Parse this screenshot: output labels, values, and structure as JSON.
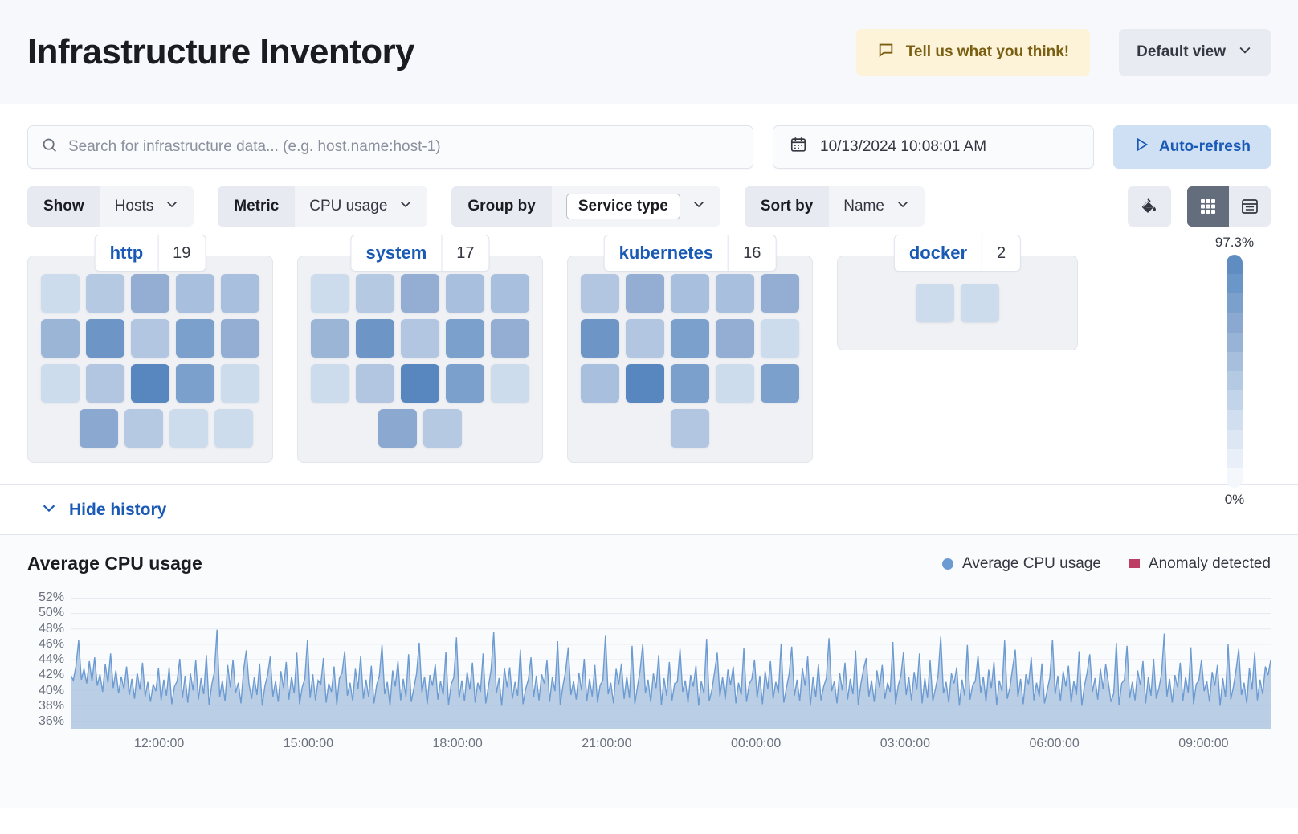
{
  "header": {
    "title": "Infrastructure Inventory",
    "feedback_label": "Tell us what you think!",
    "feedback_icon": "comment-icon",
    "default_view_label": "Default view",
    "chevron_icon": "chevron-down-icon"
  },
  "search": {
    "placeholder": "Search for infrastructure data... (e.g. host.name:host-1)",
    "value": "",
    "icon": "search-icon",
    "date_value": "10/13/2024 10:08:01 AM",
    "date_icon": "calendar-icon",
    "refresh_label": "Auto-refresh",
    "refresh_icon": "play-icon"
  },
  "filters": [
    {
      "label": "Show",
      "value": "Hosts",
      "emphasis": false
    },
    {
      "label": "Metric",
      "value": "CPU usage",
      "emphasis": false
    },
    {
      "label": "Group by",
      "value": "Service type",
      "emphasis": true
    },
    {
      "label": "Sort by",
      "value": "Name",
      "emphasis": false
    }
  ],
  "view_controls": {
    "legend_icon": "paint-bucket-icon",
    "grid_icon": "grid-view-icon",
    "table_icon": "table-view-icon",
    "active": "grid-view-icon"
  },
  "groups": [
    {
      "name": "http",
      "count": "19",
      "rows": [
        {
          "align": "left",
          "cells": [
            "#cddced",
            "#b6c9e3",
            "#93aed2",
            "#a8bfdd",
            "#a8bfdd"
          ]
        },
        {
          "align": "left",
          "cells": [
            "#9bb5d7",
            "#6d95c6",
            "#b2c5e1",
            "#7ba0cc",
            "#93aed2"
          ]
        },
        {
          "align": "left",
          "cells": [
            "#cddced",
            "#b2c5e1",
            "#5887bf",
            "#7ba0cc",
            "#cddced"
          ]
        },
        {
          "align": "indent",
          "cells": [
            "#8aa8d0",
            "#b6c9e3",
            "#cddced",
            "#cddced"
          ]
        }
      ]
    },
    {
      "name": "system",
      "count": "17",
      "rows": [
        {
          "align": "left",
          "cells": [
            "#cddced",
            "#b6c9e3",
            "#93aed2",
            "#a8bfdd",
            "#a8bfdd"
          ]
        },
        {
          "align": "left",
          "cells": [
            "#9bb5d7",
            "#6d95c6",
            "#b2c5e1",
            "#7ba0cc",
            "#93aed2"
          ]
        },
        {
          "align": "left",
          "cells": [
            "#cddced",
            "#b2c5e1",
            "#5887bf",
            "#7ba0cc",
            "#cddced"
          ]
        },
        {
          "align": "center",
          "cells": [
            "#8aa8d0",
            "#b6c9e3"
          ]
        }
      ]
    },
    {
      "name": "kubernetes",
      "count": "16",
      "rows": [
        {
          "align": "left",
          "cells": [
            "#b2c5e1",
            "#93aed2",
            "#a8bfdd",
            "#a8bfdd",
            "#93aed2"
          ]
        },
        {
          "align": "left",
          "cells": [
            "#6d95c6",
            "#b2c5e1",
            "#7ba0cc",
            "#93aed2",
            "#cddced"
          ]
        },
        {
          "align": "left",
          "cells": [
            "#a8bfdd",
            "#5887bf",
            "#7ba0cc",
            "#cddced",
            "#7ba0cc"
          ]
        },
        {
          "align": "center",
          "cells": [
            "#b2c5e1"
          ]
        }
      ]
    },
    {
      "name": "docker",
      "count": "2",
      "rows": [
        {
          "align": "center",
          "cells": [
            "#cddced",
            "#cddced"
          ]
        }
      ]
    }
  ],
  "color_legend": {
    "max_label": "97.3%",
    "min_label": "0%",
    "stops": [
      "#5f8dc2",
      "#6b96c8",
      "#7ba0cc",
      "#8aa8d0",
      "#97b3d6",
      "#a6bfdd",
      "#b4cae3",
      "#c2d4e9",
      "#d0deef",
      "#dde7f3",
      "#e9eff8",
      "#f4f7fb"
    ]
  },
  "history": {
    "toggle_label": "Hide history",
    "toggle_icon": "chevron-down-icon"
  },
  "chart_data": {
    "type": "area",
    "title": "Average CPU usage",
    "xlabel": "",
    "ylabel": "",
    "ylim": [
      35,
      53
    ],
    "yticks": [
      "52%",
      "50%",
      "48%",
      "46%",
      "44%",
      "42%",
      "40%",
      "38%",
      "36%"
    ],
    "xticks": [
      "12:00:00",
      "15:00:00",
      "18:00:00",
      "21:00:00",
      "00:00:00",
      "03:00:00",
      "06:00:00",
      "09:00:00"
    ],
    "grid": true,
    "legend_position": "top-right",
    "series": [
      {
        "name": "Average CPU usage",
        "color": "#6c9bd2",
        "fill": "#aec6e0",
        "values": [
          42.0,
          41.3,
          43.2,
          46.5,
          41.4,
          42.8,
          40.9,
          43.8,
          41.2,
          44.3,
          40.6,
          42.1,
          39.8,
          43.4,
          41.0,
          44.8,
          40.3,
          42.6,
          39.6,
          41.8,
          40.2,
          43.1,
          39.4,
          41.5,
          38.9,
          42.3,
          40.1,
          43.6,
          39.2,
          41.1,
          38.5,
          40.8,
          39.9,
          42.9,
          38.7,
          41.4,
          39.3,
          43.0,
          38.2,
          40.5,
          41.2,
          44.1,
          39.0,
          41.9,
          38.4,
          42.2,
          40.0,
          43.9,
          38.8,
          41.6,
          39.5,
          44.6,
          38.1,
          40.7,
          42.4,
          47.9,
          39.1,
          41.3,
          38.6,
          43.3,
          40.4,
          44.0,
          39.7,
          41.0,
          38.3,
          42.7,
          45.2,
          40.9,
          38.9,
          41.7,
          39.4,
          43.5,
          38.0,
          40.6,
          42.0,
          44.4,
          39.2,
          41.2,
          38.5,
          42.5,
          40.3,
          43.7,
          38.8,
          41.8,
          39.6,
          44.9,
          38.2,
          40.4,
          41.5,
          46.6,
          39.0,
          42.1,
          38.7,
          41.3,
          40.8,
          44.2,
          38.4,
          40.9,
          39.8,
          43.1,
          38.1,
          41.6,
          42.3,
          45.1,
          39.3,
          41.0,
          38.6,
          42.8,
          40.2,
          44.5,
          38.9,
          41.4,
          39.1,
          43.2,
          38.3,
          40.7,
          41.9,
          45.9,
          39.5,
          41.1,
          38.0,
          42.6,
          40.5,
          43.8,
          38.7,
          41.5,
          39.2,
          44.7,
          38.5,
          40.3,
          42.2,
          46.2,
          39.7,
          41.8,
          38.2,
          42.0,
          40.6,
          43.4,
          38.8,
          41.2,
          39.4,
          45.0,
          38.1,
          40.8,
          41.7,
          46.9,
          39.0,
          41.3,
          38.6,
          42.4,
          40.1,
          43.6,
          38.4,
          41.0,
          39.8,
          44.8,
          38.3,
          40.5,
          42.7,
          47.6,
          39.6,
          41.6,
          38.0,
          42.9,
          40.4,
          43.0,
          38.9,
          41.1,
          39.3,
          45.3,
          38.2,
          40.2,
          41.4,
          44.3,
          39.1,
          41.9,
          38.7,
          42.1,
          40.9,
          43.9,
          38.5,
          41.7,
          39.9,
          46.4,
          38.1,
          40.6,
          42.5,
          45.6,
          39.4,
          41.2,
          38.8,
          42.3,
          40.0,
          44.1,
          38.6,
          41.5,
          39.2,
          43.3,
          38.4,
          40.7,
          41.3,
          47.2,
          39.5,
          41.0,
          38.3,
          42.8,
          40.8,
          43.5,
          38.9,
          41.8,
          39.0,
          45.8,
          38.2,
          40.4,
          42.6,
          46.0,
          39.7,
          41.4,
          38.5,
          42.2,
          40.3,
          44.6,
          38.1,
          41.6,
          39.3,
          43.7,
          38.7,
          40.9,
          41.1,
          45.4,
          39.8,
          41.3,
          38.4,
          42.0,
          40.5,
          43.2,
          38.0,
          41.2,
          39.6,
          46.7,
          38.6,
          40.1,
          42.4,
          44.9,
          39.2,
          41.7,
          38.8,
          42.7,
          40.7,
          43.1,
          38.3,
          41.0,
          39.4,
          45.5,
          38.5,
          40.8,
          41.5,
          44.0,
          39.0,
          41.9,
          38.2,
          42.5,
          40.2,
          43.8,
          38.9,
          41.1,
          39.7,
          46.1,
          38.4,
          40.3,
          42.1,
          45.7,
          39.3,
          41.4,
          38.6,
          42.9,
          40.6,
          44.4,
          38.0,
          41.8,
          39.1,
          43.4,
          38.7,
          40.5,
          41.6,
          46.8,
          39.9,
          41.2,
          38.3,
          42.3,
          40.0,
          43.6,
          38.8,
          41.5,
          39.5,
          45.2,
          38.1,
          40.9,
          42.8,
          44.2,
          39.2,
          41.3,
          38.5,
          42.6,
          40.4,
          43.3,
          38.9,
          41.0,
          39.8,
          46.3,
          38.2,
          40.6,
          41.9,
          45.0,
          39.4,
          41.7,
          38.7,
          42.4,
          40.1,
          44.8,
          38.3,
          41.6,
          39.0,
          43.9,
          38.6,
          40.2,
          42.0,
          47.0,
          39.6,
          41.1,
          38.4,
          42.2,
          40.9,
          43.0,
          38.0,
          41.4,
          39.3,
          45.9,
          38.8,
          40.7,
          41.2,
          44.5,
          39.7,
          41.8,
          38.5,
          42.7,
          40.3,
          43.7,
          38.1,
          41.3,
          39.9,
          46.5,
          38.9,
          40.4,
          42.9,
          45.3,
          39.1,
          41.5,
          38.2,
          42.1,
          40.8,
          44.3,
          38.7,
          41.0,
          39.2,
          43.5,
          38.3,
          40.0,
          41.7,
          46.6,
          39.5,
          41.9,
          38.6,
          42.5,
          40.5,
          43.2,
          38.4,
          41.2,
          39.4,
          45.1,
          38.0,
          40.6,
          42.3,
          44.7,
          39.8,
          41.6,
          38.8,
          42.8,
          40.2,
          43.4,
          41.0,
          38.5,
          39.6,
          46.2,
          38.1,
          40.9,
          41.4,
          45.8,
          39.0,
          41.1,
          38.7,
          42.6,
          40.7,
          43.8,
          38.3,
          41.7,
          39.3,
          44.1,
          38.9,
          40.3,
          42.2,
          47.4,
          39.2,
          41.5,
          38.4,
          42.0,
          40.4,
          43.6,
          38.6,
          41.8,
          39.7,
          45.6,
          38.2,
          40.8,
          41.3,
          44.0,
          39.9,
          41.2,
          38.5,
          42.4,
          40.6,
          43.3,
          38.0,
          41.6,
          39.1,
          46.0,
          38.8,
          40.5,
          42.7,
          45.4,
          39.4,
          41.0,
          38.3,
          42.9,
          40.1,
          44.9,
          38.7,
          41.4,
          39.5,
          43.1,
          42.0,
          43.9
        ]
      }
    ]
  }
}
